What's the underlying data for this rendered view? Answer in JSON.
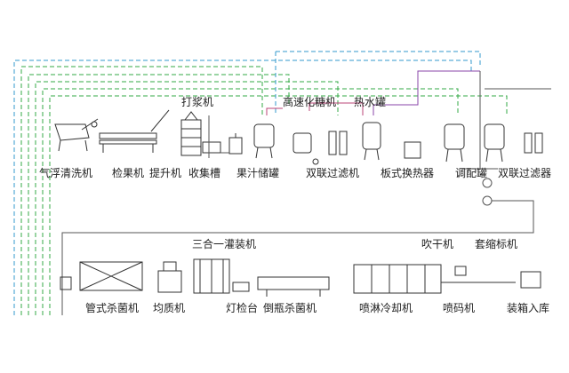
{
  "labels": {
    "dajiangji": "打浆机",
    "gaosu": "高速化糖机",
    "reshuiguan": "热水罐",
    "qifu": "气浮清洗机",
    "jianguo": "检果机",
    "tisheng": "提升机",
    "shouji": "收集槽",
    "guozhi": "果汁储罐",
    "shuanglian1": "双联过滤机",
    "banshi": "板式换热器",
    "tiaopei": "调配罐",
    "shuanglian2": "双联过滤器",
    "sanhe": "三合一灌装机",
    "chuigan": "吹干机",
    "taosuo": "套缩标机",
    "guanshi": "管式杀菌机",
    "junzhi": "均质机",
    "dengjian": "灯检台",
    "daoping": "倒瓶杀菌机",
    "penlin": "喷淋冷却机",
    "penma": "喷码机",
    "zhuangxiang": "装箱入库"
  },
  "colors": {
    "line": "#333333",
    "green_dashed": "#33aa44",
    "cyan_dashed": "#3399cc",
    "pink": "#bb4477",
    "purple": "#8844aa",
    "label": "#222222"
  },
  "icons": [
    "washing-machine-icon",
    "conveyor-icon",
    "elevator-icon",
    "tank-icon",
    "filter-icon",
    "heat-exchanger-icon",
    "filling-machine-icon",
    "tunnel-icon",
    "coding-machine-icon",
    "packing-icon"
  ]
}
